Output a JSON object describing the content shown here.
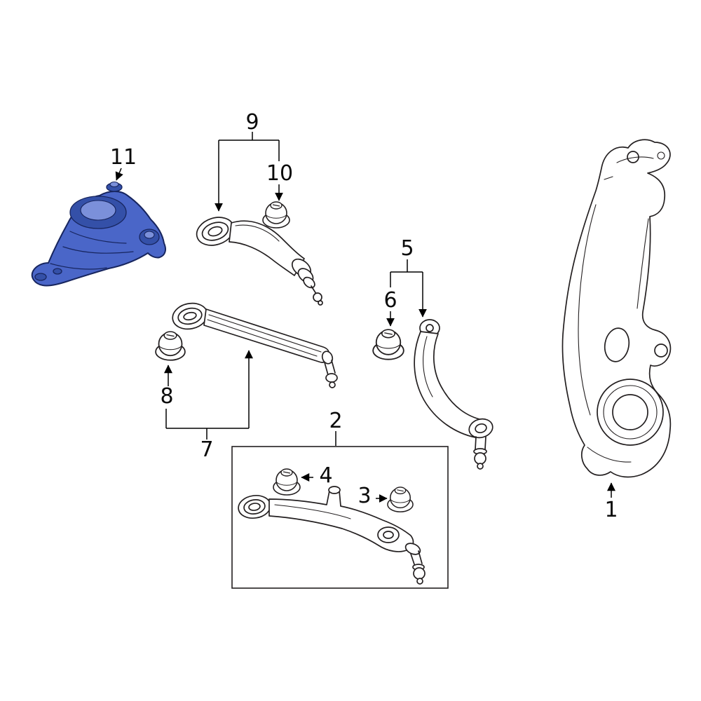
{
  "diagram": {
    "background_color": "#ffffff",
    "line_color": "#231f20",
    "highlight_color": "#4a66c8",
    "callouts": [
      {
        "label": "1",
        "part": "steering-knuckle",
        "highlighted": false
      },
      {
        "label": "2",
        "part": "lower-control-arm-assembly",
        "highlighted": false
      },
      {
        "label": "3",
        "part": "bushing",
        "highlighted": false
      },
      {
        "label": "4",
        "part": "bushing",
        "highlighted": false
      },
      {
        "label": "5",
        "part": "curved-control-arm-assembly",
        "highlighted": false
      },
      {
        "label": "6",
        "part": "bushing",
        "highlighted": false
      },
      {
        "label": "7",
        "part": "straight-control-arm-assembly",
        "highlighted": false
      },
      {
        "label": "8",
        "part": "bushing",
        "highlighted": false
      },
      {
        "label": "9",
        "part": "upper-control-arm-assembly",
        "highlighted": false
      },
      {
        "label": "10",
        "part": "bushing",
        "highlighted": false
      },
      {
        "label": "11",
        "part": "suspension-mount-bracket",
        "highlighted": true
      }
    ]
  }
}
